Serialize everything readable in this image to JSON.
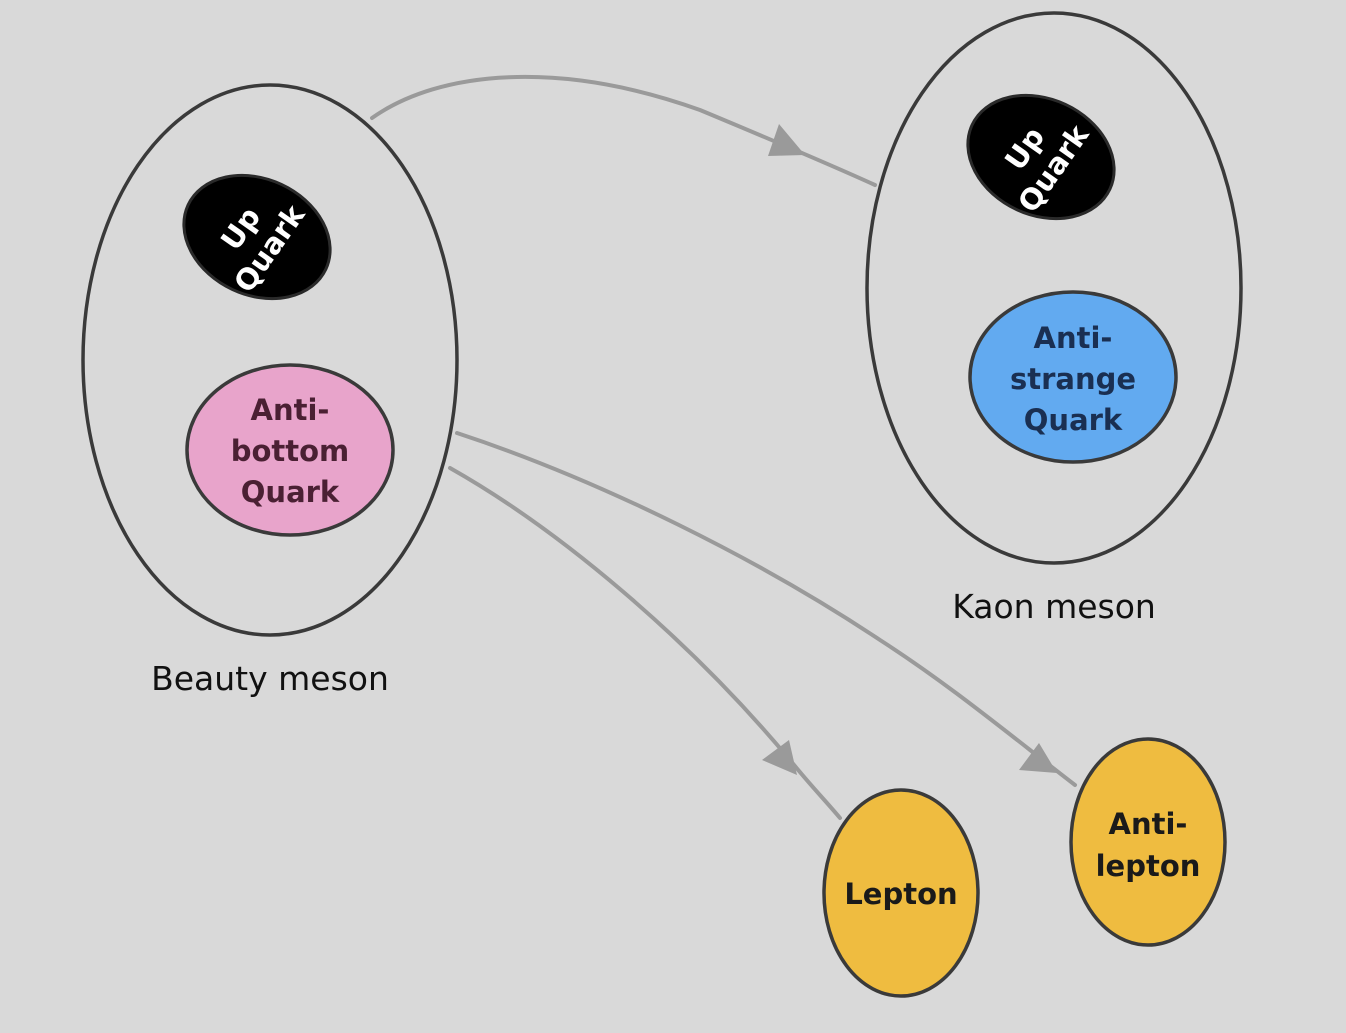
{
  "mesons": {
    "beauty": {
      "label": "Beauty meson",
      "up_quark": {
        "line1": "Up",
        "line2": "Quark",
        "color": "#000000",
        "text_color": "#ffffff"
      },
      "anti_quark": {
        "line1": "Anti-",
        "line2": "bottom",
        "line3": "Quark",
        "color": "#e8a4cb",
        "text_color": "#4a2033"
      }
    },
    "kaon": {
      "label": "Kaon meson",
      "up_quark": {
        "line1": "Up",
        "line2": "Quark",
        "color": "#000000",
        "text_color": "#ffffff"
      },
      "anti_quark": {
        "line1": "Anti-",
        "line2": "strange",
        "line3": "Quark",
        "color": "#62aaf0",
        "text_color": "#1a2f52"
      }
    }
  },
  "leptons": {
    "lepton": {
      "label": "Lepton",
      "color": "#efbc40",
      "text_color": "#1a1a1a"
    },
    "anti_lepton": {
      "line1": "Anti-",
      "line2": "lepton",
      "color": "#efbc40",
      "text_color": "#1a1a1a"
    }
  },
  "colors": {
    "background": "#d9d9d9",
    "outline": "#3a3a3a",
    "arrow": "#9a9a9a"
  }
}
